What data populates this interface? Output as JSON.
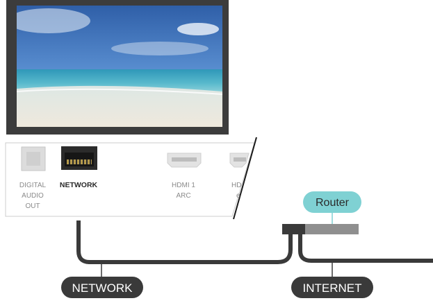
{
  "ports": {
    "digital_audio": {
      "line1": "DIGITAL",
      "line2": "AUDIO",
      "line3": "OUT"
    },
    "network": {
      "label": "NETWORK"
    },
    "hdmi1": {
      "line1": "HDMI 1",
      "line2": "ARC"
    },
    "hdmi2": {
      "line1": "HD",
      "line2": "e"
    }
  },
  "router": {
    "label": "Router"
  },
  "callouts": {
    "network": "NETWORK",
    "internet": "INTERNET"
  },
  "colors": {
    "cable": "#3a3a3a",
    "pill": "#3a3a3a",
    "router_bubble": "#7fd1d3",
    "router_body": "#8f8f8f",
    "tv_frame": "#3c3c3c"
  }
}
